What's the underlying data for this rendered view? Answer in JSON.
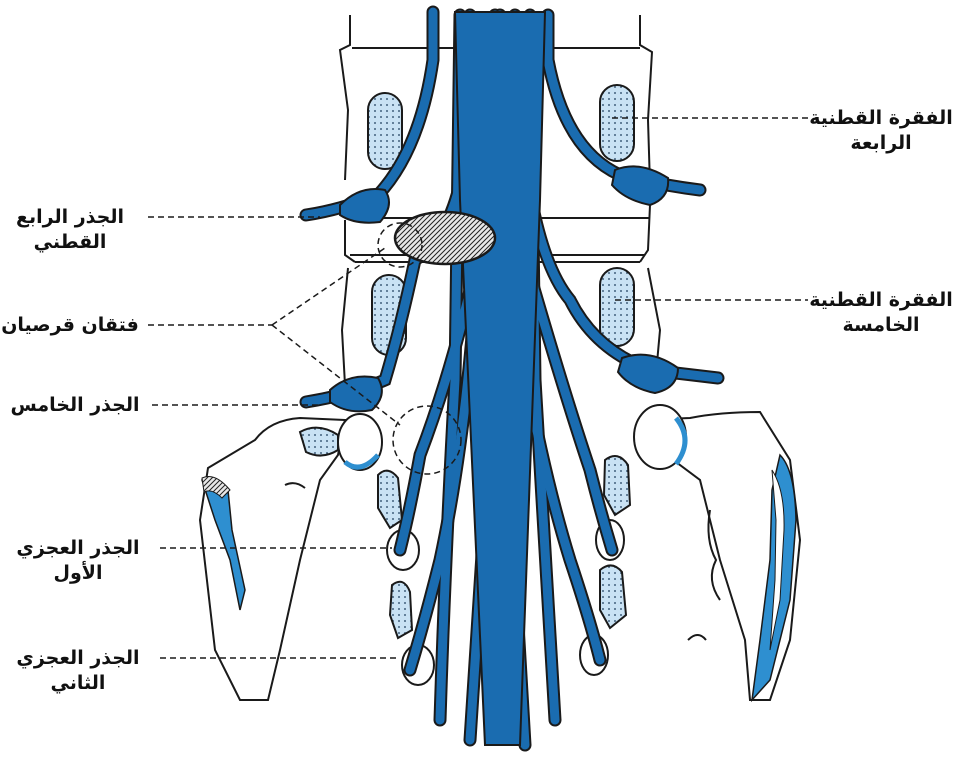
{
  "colors": {
    "nerve": "#1a6cb0",
    "nerve_light": "#c9e2f4",
    "outline": "#1a1a1a",
    "accent": "#2e8fd0"
  },
  "labels": {
    "l4_vertebra": [
      "الفقرة القطنية",
      "الرابعة"
    ],
    "l5_vertebra": [
      "الفقرة القطنية",
      "الخامسة"
    ],
    "l4_root": [
      "الجذر الرابع",
      "القطني"
    ],
    "disc_herniation": [
      "فتقان قرصيان"
    ],
    "l5_root": [
      "الجذر الخامس"
    ],
    "s1_root": [
      "الجذر العجزي",
      "الأول"
    ],
    "s2_root": [
      "الجذر العجزي",
      "الثاني"
    ]
  }
}
